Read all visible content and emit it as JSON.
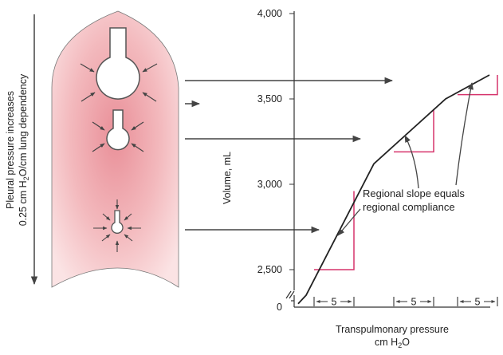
{
  "left_axis": {
    "line1": "Pleural pressure increases",
    "line2_pre": "0.25 cm H",
    "line2_sub": "2",
    "line2_post": "O/cm lung dependency"
  },
  "annotation": {
    "line1": "Regional slope equals",
    "line2": "regional compliance"
  },
  "chart_data": {
    "type": "line",
    "title": "",
    "xlabel_line1": "Transpulmonary pressure",
    "xlabel_line2_pre": "cm H",
    "xlabel_line2_sub": "2",
    "xlabel_line2_post": "O",
    "ylabel": "Volume, mL",
    "yticks": [
      "4,000",
      "3,500",
      "3,000",
      "2,500"
    ],
    "y_zero": "0",
    "ylim": [
      2300,
      4000
    ],
    "curve": [
      {
        "x": 0.5,
        "y": 2300
      },
      {
        "x": 1.5,
        "y": 2350
      },
      {
        "x": 10,
        "y": 3120
      },
      {
        "x": 19,
        "y": 3500
      },
      {
        "x": 24.5,
        "y": 3640
      }
    ],
    "segments": [
      {
        "x_from": 2.5,
        "x_to": 7.5,
        "y_from": 2500,
        "y_to": 2960
      },
      {
        "x_from": 12.5,
        "x_to": 17.5,
        "y_from": 3190,
        "y_to": 3440
      },
      {
        "x_from": 20.5,
        "x_to": 25.5,
        "y_from": 3525,
        "y_to": 3640
      }
    ],
    "interval_label": "5",
    "colors": {
      "curve": "#222222",
      "segment": "#d6336c"
    }
  }
}
